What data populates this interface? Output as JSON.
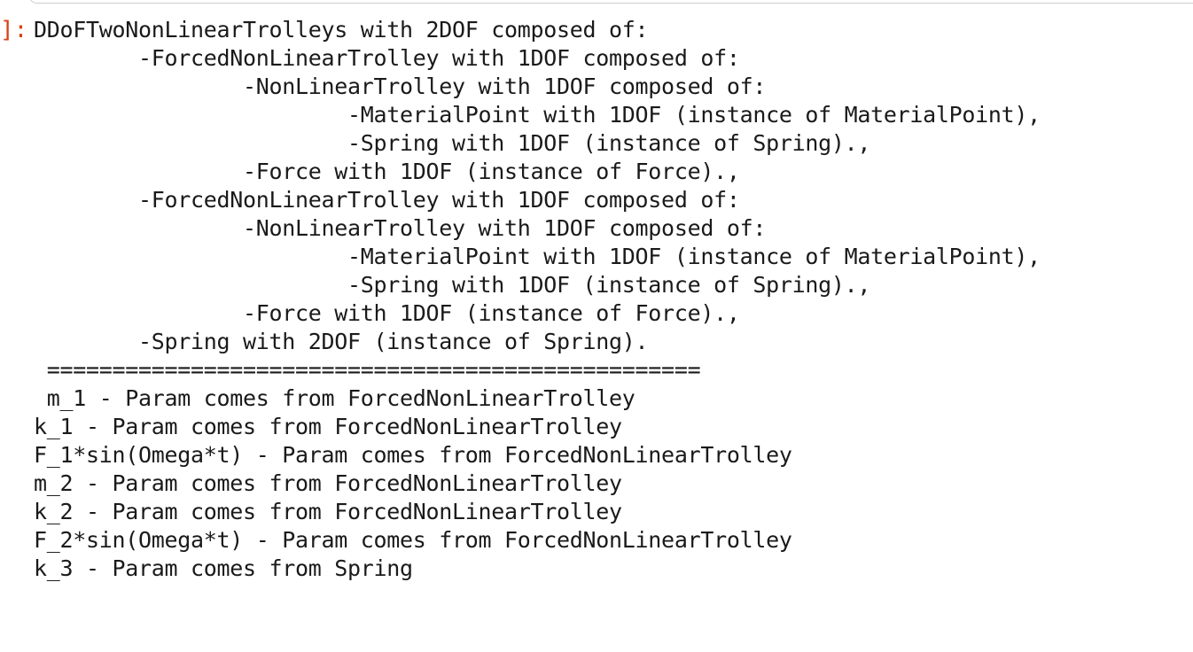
{
  "cell": {
    "prompt": "]:",
    "lines": [
      "DDoFTwoNonLinearTrolleys with 2DOF composed of:",
      "        -ForcedNonLinearTrolley with 1DOF composed of:",
      "                -NonLinearTrolley with 1DOF composed of:",
      "                        -MaterialPoint with 1DOF (instance of MaterialPoint),",
      "                        -Spring with 1DOF (instance of Spring).,",
      "                -Force with 1DOF (instance of Force).,",
      "        -ForcedNonLinearTrolley with 1DOF composed of:",
      "                -NonLinearTrolley with 1DOF composed of:",
      "                        -MaterialPoint with 1DOF (instance of MaterialPoint),",
      "                        -Spring with 1DOF (instance of Spring).,",
      "                -Force with 1DOF (instance of Force).,",
      "        -Spring with 2DOF (instance of Spring).",
      " ==================================================",
      " m_1 - Param comes from ForcedNonLinearTrolley",
      "k_1 - Param comes from ForcedNonLinearTrolley",
      "F_1*sin(Omega*t) - Param comes from ForcedNonLinearTrolley",
      "m_2 - Param comes from ForcedNonLinearTrolley",
      "k_2 - Param comes from ForcedNonLinearTrolley",
      "F_2*sin(Omega*t) - Param comes from ForcedNonLinearTrolley",
      "k_3 - Param comes from Spring"
    ]
  }
}
